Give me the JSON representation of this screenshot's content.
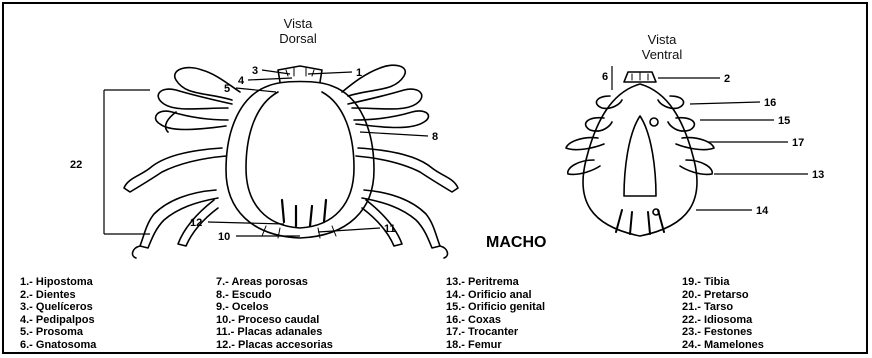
{
  "views": {
    "dorsal": {
      "line1": "Vista",
      "line2": "Dorsal"
    },
    "ventral": {
      "line1": "Vista",
      "line2": "Ventral"
    }
  },
  "sex_label": "MACHO",
  "callouts": {
    "dorsal": [
      "3",
      "4",
      "1",
      "5",
      "8",
      "22",
      "12",
      "10",
      "11"
    ],
    "ventral": [
      "6",
      "2",
      "16",
      "15",
      "17",
      "13",
      "14"
    ]
  },
  "legend": {
    "col1": [
      "1.- Hipostoma",
      "2.- Dientes",
      "3.- Quelíceros",
      "4.- Pedipalpos",
      "5.- Prosoma",
      "6.- Gnatosoma"
    ],
    "col2": [
      "7.- Areas porosas",
      "8.- Escudo",
      "9.- Ocelos",
      "10.- Proceso caudal",
      "11.- Placas adanales",
      "12.- Placas accesorias"
    ],
    "col3": [
      "13.- Peritrema",
      "14.- Orificio anal",
      "15.- Orificio genital",
      "16.- Coxas",
      "17.- Trocanter",
      "18.- Femur"
    ],
    "col4": [
      "19.- Tibia",
      "20.- Pretarso",
      "21.- Tarso",
      "22.- Idiosoma",
      "23.- Festones",
      "24.- Mamelones"
    ]
  }
}
